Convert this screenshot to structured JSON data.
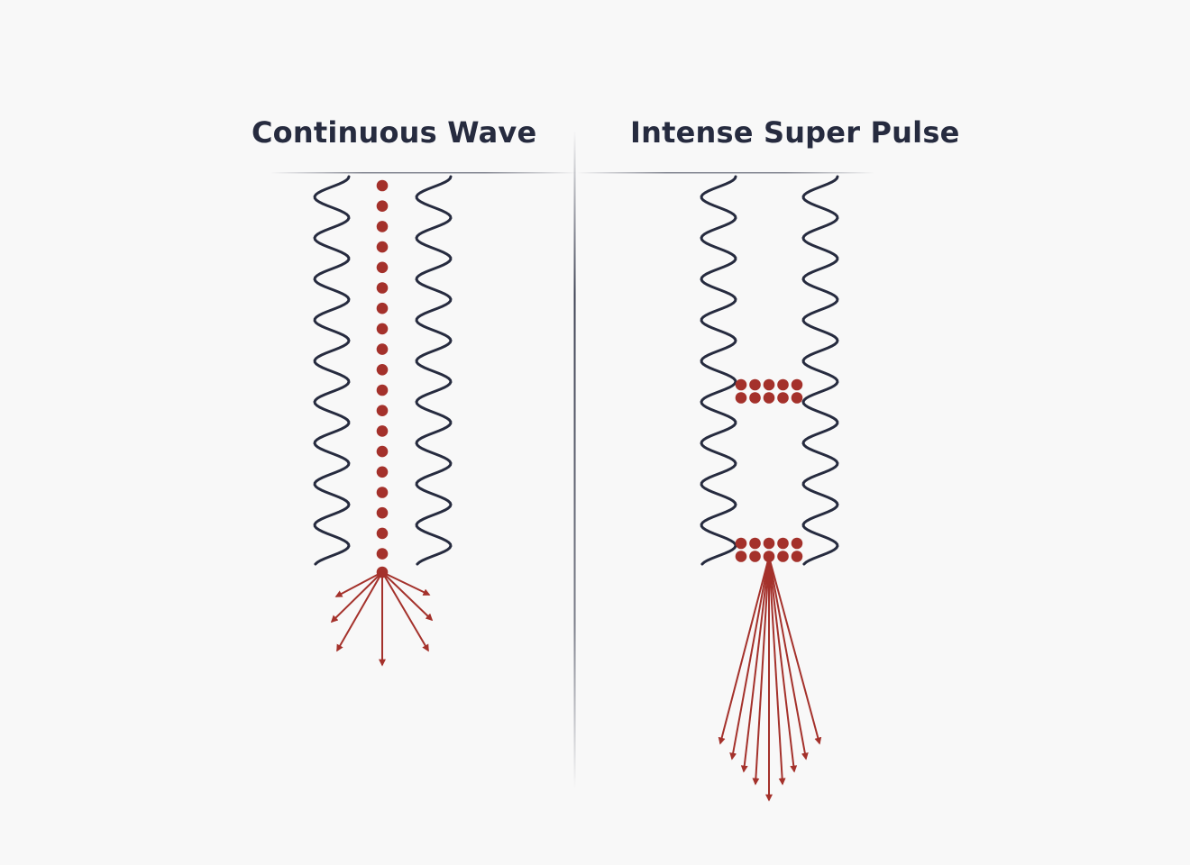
{
  "panels": {
    "left": {
      "title": "Continuous Wave"
    },
    "right": {
      "title": "Intense Super Pulse"
    }
  },
  "colors": {
    "background": "#f8f8f8",
    "wave": "#262b3f",
    "particles": "#a4312b",
    "title": "#262b3f",
    "divider": "#262b3f"
  },
  "icons": {
    "wave": "sine-wave-line",
    "particle": "filled-circle",
    "beam": "arrow"
  }
}
